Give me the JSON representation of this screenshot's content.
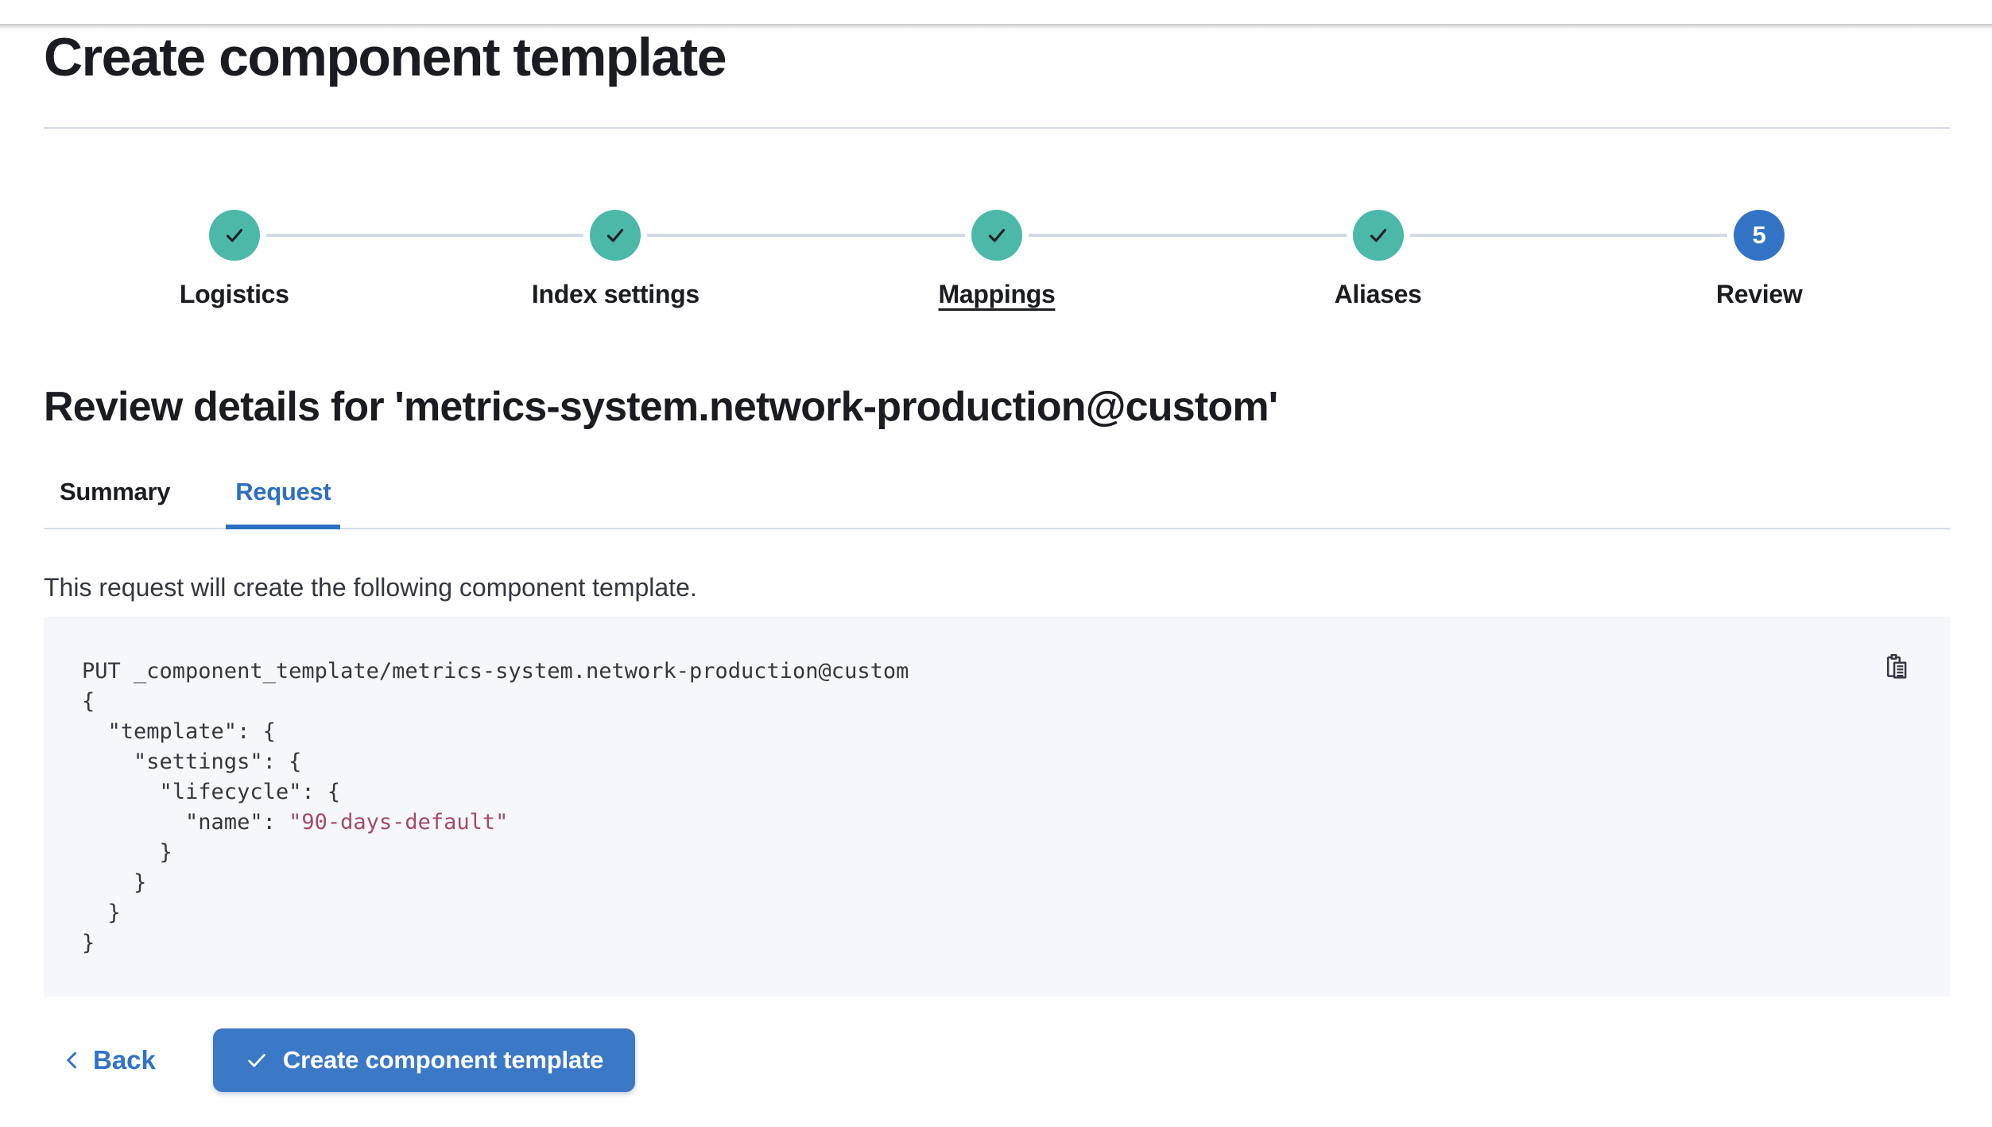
{
  "page": {
    "title": "Create component template",
    "review_heading": "Review details for 'metrics-system.network-production@custom'"
  },
  "stepper": {
    "steps": [
      {
        "label": "Logistics",
        "status": "complete",
        "icon": "check-icon"
      },
      {
        "label": "Index settings",
        "status": "complete",
        "icon": "check-icon"
      },
      {
        "label": "Mappings",
        "status": "complete",
        "icon": "check-icon",
        "underlined": true
      },
      {
        "label": "Aliases",
        "status": "complete",
        "icon": "check-icon"
      },
      {
        "label": "Review",
        "status": "current",
        "number": "5"
      }
    ]
  },
  "tabs": {
    "items": [
      {
        "label": "Summary",
        "active": false
      },
      {
        "label": "Request",
        "active": true
      }
    ]
  },
  "request": {
    "description": "This request will create the following component template.",
    "code": {
      "lines": [
        [
          {
            "t": "PUT _component_template/metrics-system.network-production@custom",
            "c": "plain"
          }
        ],
        [
          {
            "t": "{",
            "c": "plain"
          }
        ],
        [
          {
            "t": "  \"template\": {",
            "c": "plain"
          }
        ],
        [
          {
            "t": "    \"settings\": {",
            "c": "plain"
          }
        ],
        [
          {
            "t": "      \"lifecycle\": {",
            "c": "plain"
          }
        ],
        [
          {
            "t": "        \"name\": ",
            "c": "plain"
          },
          {
            "t": "\"90-days-default\"",
            "c": "string"
          }
        ],
        [
          {
            "t": "      }",
            "c": "plain"
          }
        ],
        [
          {
            "t": "    }",
            "c": "plain"
          }
        ],
        [
          {
            "t": "  }",
            "c": "plain"
          }
        ],
        [
          {
            "t": "}",
            "c": "plain"
          }
        ]
      ]
    },
    "copy_icon": "copy-clipboard-icon"
  },
  "footer": {
    "back_label": "Back",
    "submit_label": "Create component template"
  },
  "colors": {
    "step_complete_teal": "#4cb8a8",
    "step_current_blue": "#3273c6",
    "primary_button_blue": "#3b78c6",
    "tab_active_blue": "#2e6fc0",
    "heading_text": "#1a1c21",
    "body_text": "#343741",
    "divider": "#d3dae6",
    "code_background": "#f5f7fa",
    "code_string": "#a34a68"
  }
}
